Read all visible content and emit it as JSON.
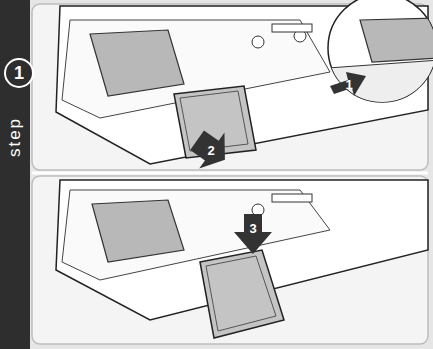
{
  "diagram": {
    "nodes": [
      {
        "text": [
          "step"
        ]
      },
      {
        "text": [
          "1"
        ],
        "in": 0
      }
    ],
    "labels": [
      "1",
      "2",
      "3"
    ]
  }
}
